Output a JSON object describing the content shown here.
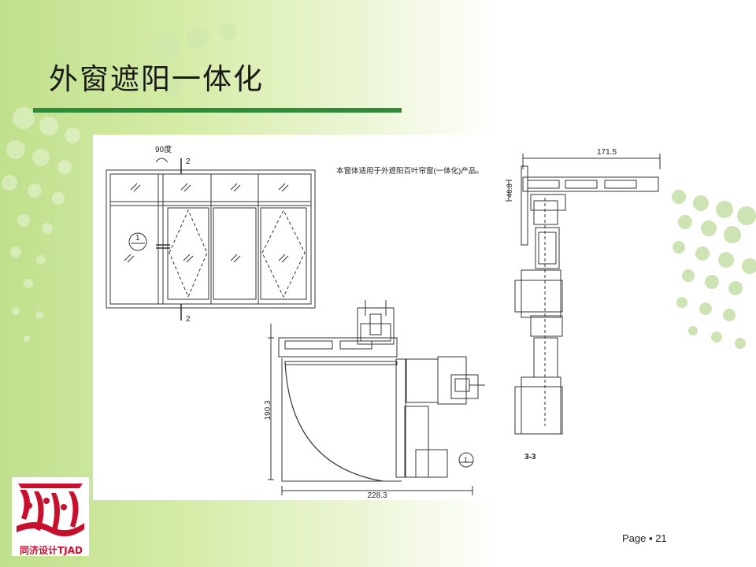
{
  "slide": {
    "title": "外窗遮阳一体化",
    "page_label": "Page ▪ 21",
    "accent_color": "#2e8b3a",
    "background_color": "#bfe08c"
  },
  "drawing": {
    "angle_label": "90度",
    "section_mark_2": "2",
    "callout_1": "1",
    "note": "本窗体适用于外遮阳百叶帘窗(一体化)产品。",
    "dim_171_5": "171.5",
    "dim_46_8": "46.8",
    "dim_190_3": "190.3",
    "dim_228_3": "228.3",
    "section_label": "3-3"
  },
  "logo": {
    "caption": "同济设计TJAD",
    "icon": "tjad-logo-icon"
  }
}
